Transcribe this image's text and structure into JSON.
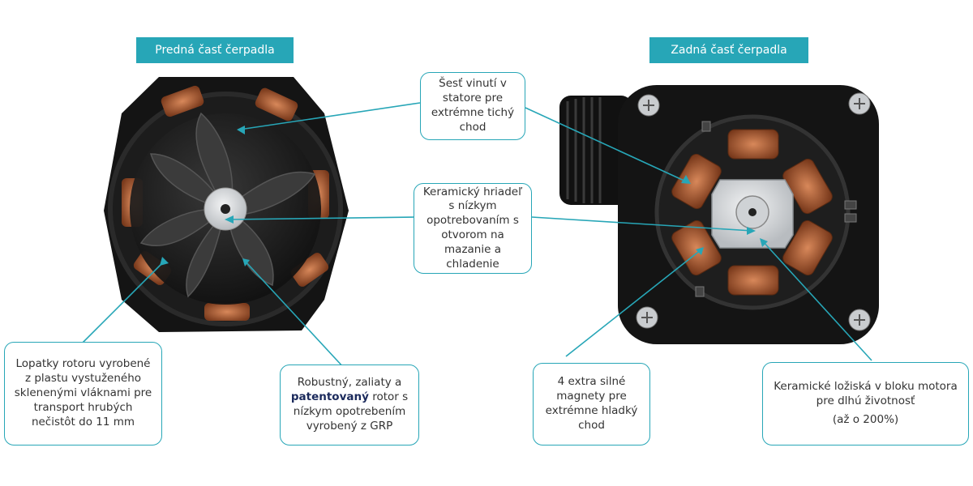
{
  "colors": {
    "accent": "#27a6b7",
    "housing": "#1a1a1a",
    "copper": "#b5643a",
    "ceramic": "#d9dcdf"
  },
  "labels": {
    "front": "Predná časť čerpadla",
    "rear": "Zadná časť čerpadla"
  },
  "callouts": {
    "windings": "Šesť vinutí v statore pre extrémne tichý chod",
    "shaft": "Keramický hriadeľ s nízkym opotrebovaním s otvorom na mazanie a chladenie",
    "blades": "Lopatky rotoru vyrobené z plastu vystuženého sklenenými vláknami pre transport hrubých nečistôt do 11 mm",
    "rotor_prefix": "Robustný, zaliaty a",
    "rotor_bold": "patentovaný",
    "rotor_suffix": "rotor s nízkym opotrebením vyrobený z GRP",
    "magnets": "4 extra silné magnety pre extrémne hladký chod",
    "bearings_line1": "Keramické ložiská v bloku motora pre dlhú životnosť",
    "bearings_line2": "(až o 200%)"
  }
}
